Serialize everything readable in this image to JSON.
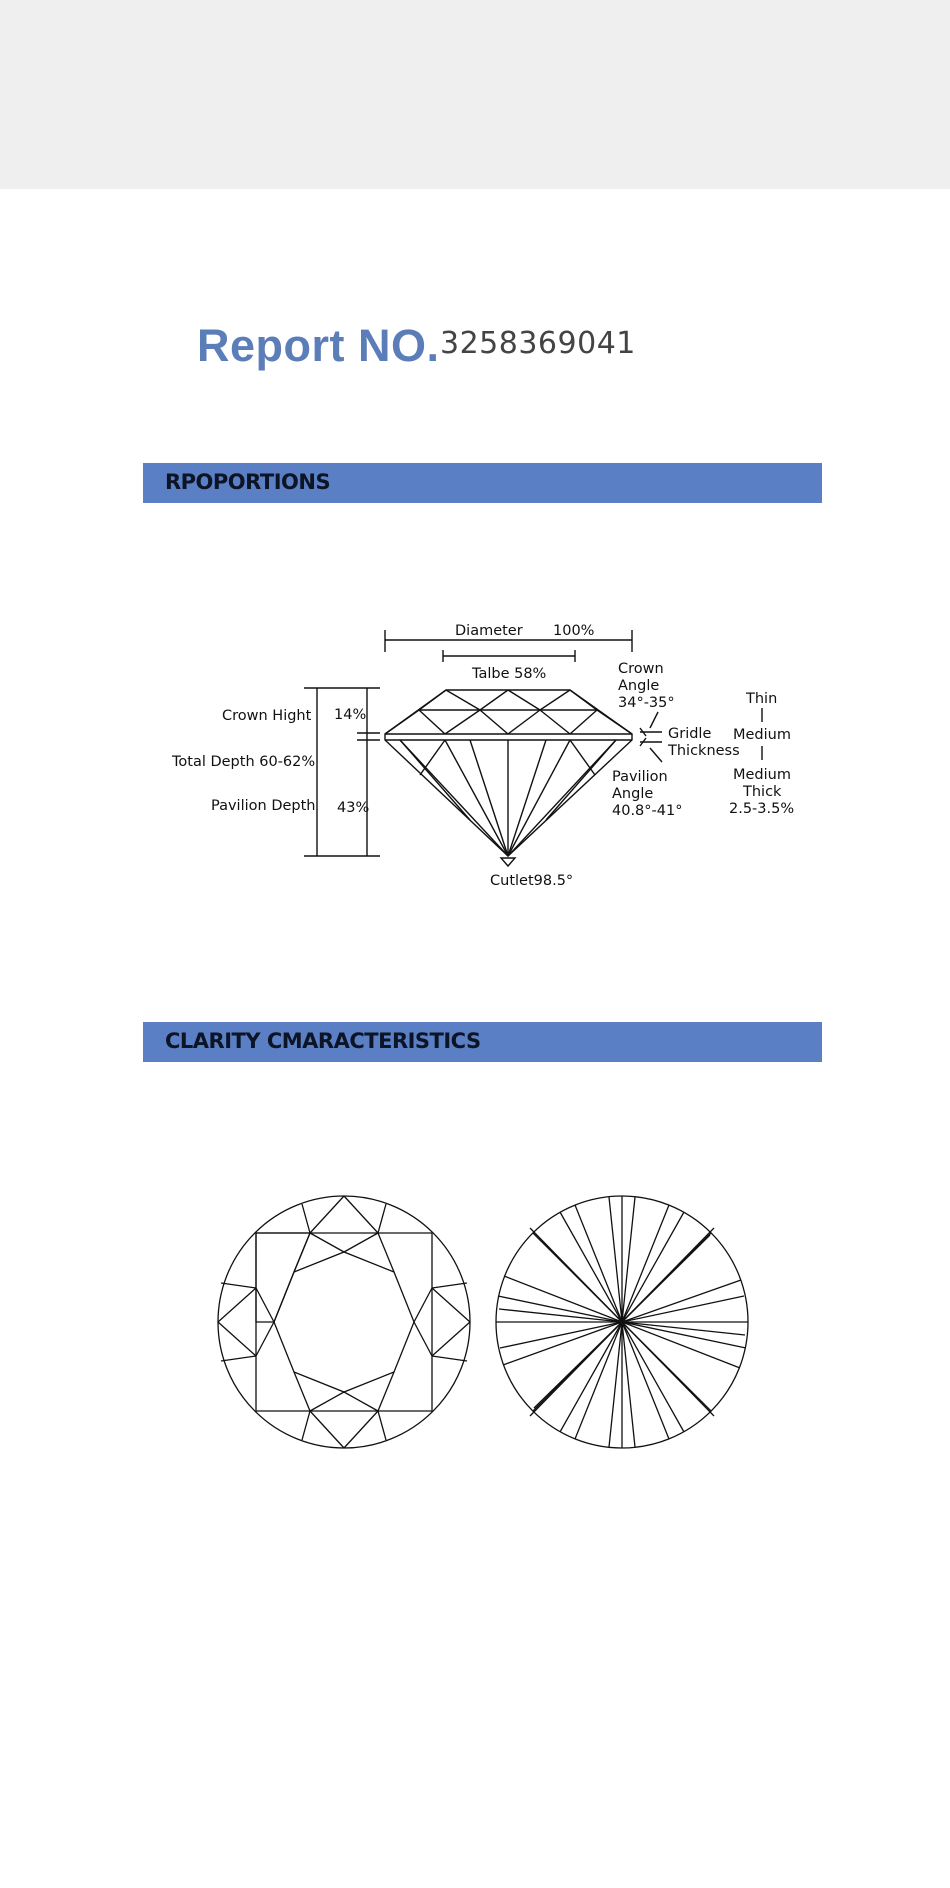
{
  "report": {
    "label": "Report NO.",
    "number": "3258369041"
  },
  "sections": {
    "proportions": "RPOPORTIONS",
    "clarity": "CLARITY CMARACTERISTICS"
  },
  "proportions": {
    "diameter_label": "Diameter",
    "diameter_value": "100%",
    "table": "Talbe 58%",
    "crown_angle_line1": "Crown",
    "crown_angle_line2": "Angle",
    "crown_angle_value": "34°-35°",
    "gridle_line1": "Gridle",
    "gridle_line2": "Thickness",
    "pavilion_angle_line1": "Pavilion",
    "pavilion_angle_line2": "Angle",
    "pavilion_angle_value": "40.8°-41°",
    "thin": "Thin",
    "medium": "Medium",
    "medium_thick_line1": "Medium",
    "medium_thick_line2": "Thick",
    "medium_thick_value": "2.5-3.5%",
    "crown_height_label": "Crown Hight",
    "crown_height_value": "14%",
    "total_depth": "Total Depth 60-62%",
    "pavilion_depth_label": "Pavilion Depth",
    "pavilion_depth_value": "43%",
    "culet": "Cutlet98.5°"
  }
}
